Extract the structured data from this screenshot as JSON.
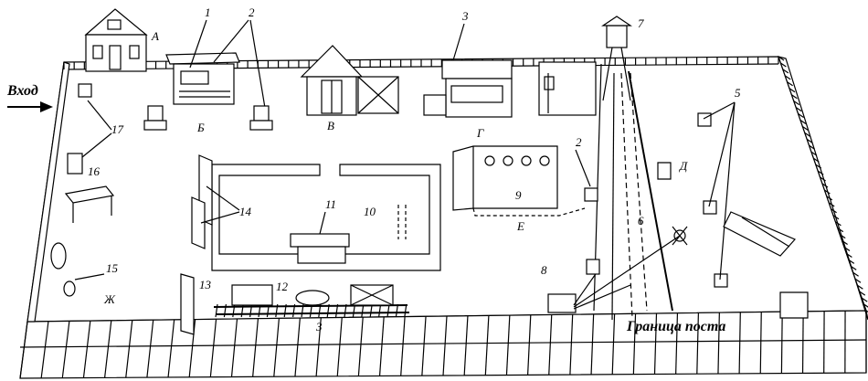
{
  "entrance": {
    "label": "Вход"
  },
  "post_border": {
    "label": "Граница поста"
  },
  "zones": {
    "a": "А",
    "b": "Б",
    "v": "В",
    "g": "Г",
    "d": "Д",
    "e": "Е",
    "zh": "Ж"
  },
  "numbers": {
    "n1": "1",
    "n2a": "2",
    "n2b": "2",
    "n3a": "3",
    "n3b": "3",
    "n5": "5",
    "n6": "6",
    "n7": "7",
    "n8": "8",
    "n9": "9",
    "n10": "10",
    "n11": "11",
    "n12": "12",
    "n13": "13",
    "n14": "14",
    "n15": "15",
    "n16": "16",
    "n17": "17"
  }
}
